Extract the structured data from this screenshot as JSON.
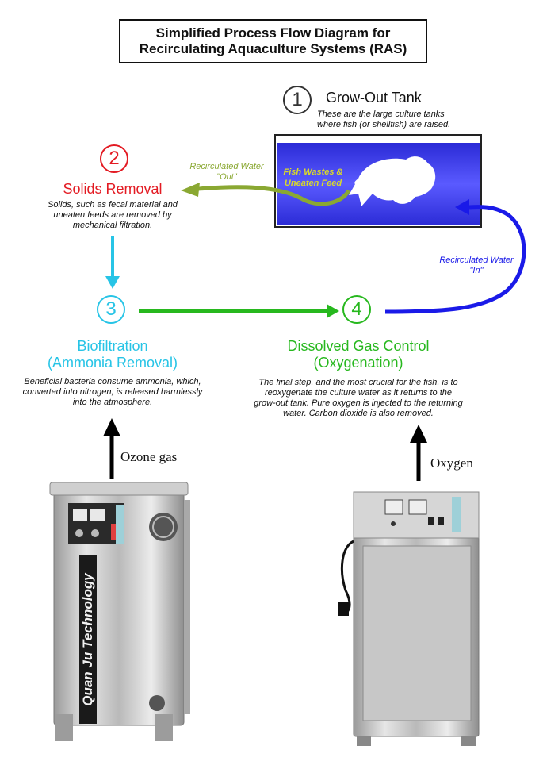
{
  "title": {
    "line1": "Simplified Process Flow Diagram for",
    "line2": "Recirculating Aquaculture Systems (RAS)"
  },
  "steps": {
    "grow_out": {
      "number": "1",
      "title": "Grow-Out Tank",
      "desc_line1": "These are the large culture tanks",
      "desc_line2": "where fish (or shellfish) are raised.",
      "tank_label_line1": "Fish Wastes &",
      "tank_label_line2": "Uneaten Feed"
    },
    "solids": {
      "number": "2",
      "title": "Solids Removal",
      "desc_line1": "Solids, such as fecal material and",
      "desc_line2": "uneaten feeds are removed by",
      "desc_line3": "mechanical filtration."
    },
    "biofilter": {
      "number": "3",
      "title_line1": "Biofiltration",
      "title_line2": "(Ammonia Removal)",
      "desc_line1": "Beneficial bacteria consume ammonia, which,",
      "desc_line2": "converted into nitrogen, is released harmlessly",
      "desc_line3": "into the atmosphere."
    },
    "gas_control": {
      "number": "4",
      "title_line1": "Dissolved Gas Control",
      "title_line2": "(Oxygenation)",
      "desc_line1": "The final step, and the most crucial for the fish, is to",
      "desc_line2": "reoxygenate the culture water as it returns to the",
      "desc_line3": "grow-out tank. Pure oxygen is injected to the returning",
      "desc_line4": "water. Carbon dioxide is also removed."
    }
  },
  "flows": {
    "out_line1": "Recirculated Water",
    "out_line2": "\"Out\"",
    "in_line1": "Recirculated Water",
    "in_line2": "\"In\""
  },
  "inputs": {
    "left_gas": "Ozone gas",
    "right_gas": "Oxygen"
  },
  "machines": {
    "left_brand": "Quan Ju Technology"
  },
  "colors": {
    "step1": "#333333",
    "step2": "#e31b23",
    "step3": "#27c4e6",
    "step4": "#27b81e",
    "tank_water": "#3a3ae0",
    "out_arrow": "#8aa832",
    "in_arrow": "#1a1ae8",
    "tank_label": "#d9d92a"
  }
}
